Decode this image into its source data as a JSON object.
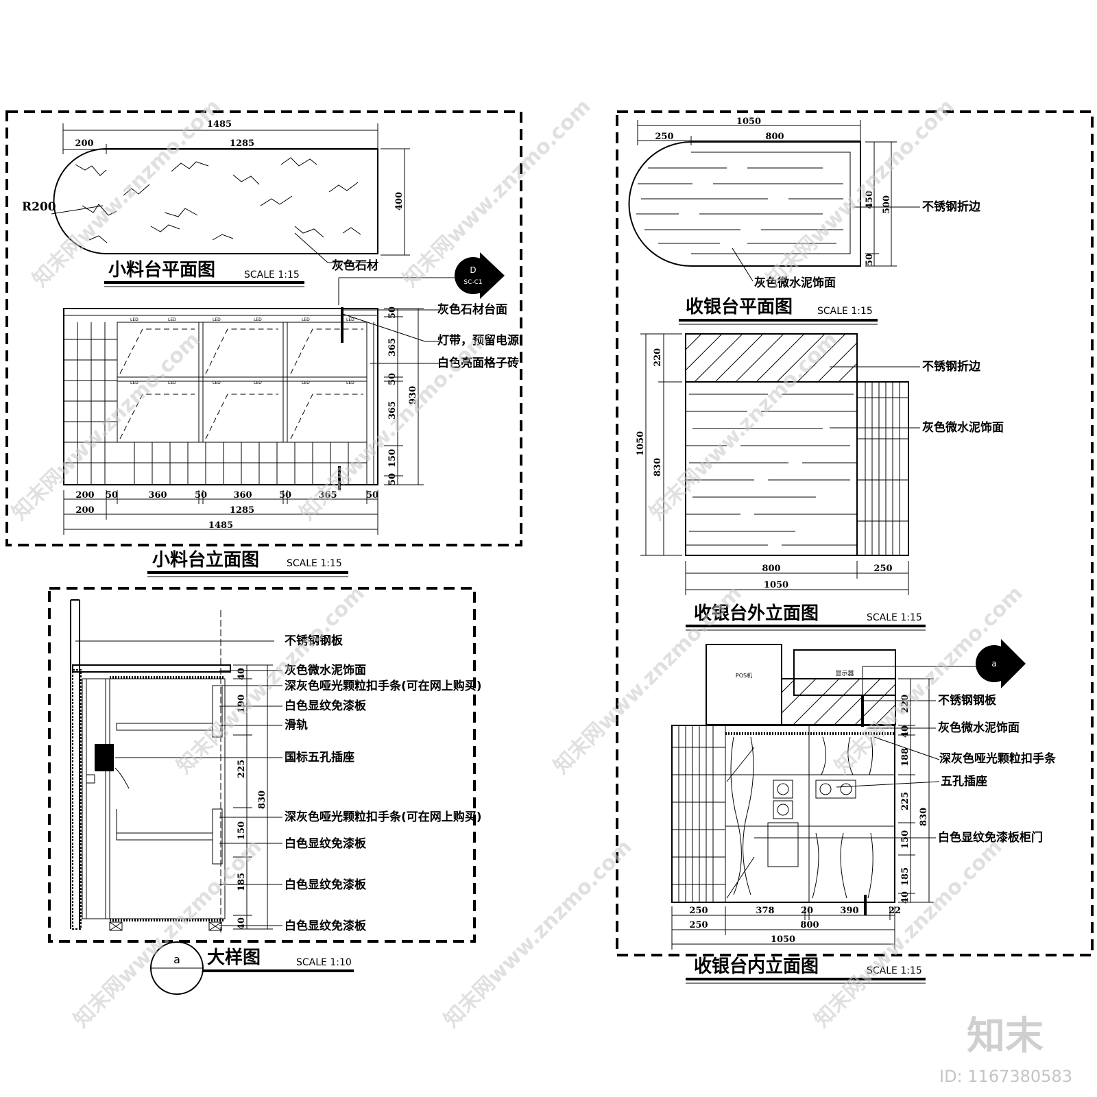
{
  "panels": {
    "small_plan": {
      "title": "小料台平面图",
      "scale": "SCALE 1:15",
      "dims_top": [
        "1485",
        "200",
        "1285"
      ],
      "dim_side": "400",
      "radius": "R200",
      "note_stone": "灰色石材"
    },
    "small_elev": {
      "title": "小料台立面图",
      "scale": "SCALE 1:15",
      "led": "LED",
      "callout": [
        "D",
        "SC-C1"
      ],
      "notes": [
        "灰色石材台面",
        "灯带，预留电源",
        "白色亮面格子砖"
      ],
      "dims_right": [
        "50",
        "365",
        "50",
        "365",
        "150",
        "50",
        "930"
      ],
      "dims_bottom_1": [
        "200",
        "50",
        "360",
        "50",
        "360",
        "50",
        "365",
        "50"
      ],
      "dims_bottom_2": [
        "200",
        "1285"
      ],
      "dims_bottom_3": [
        "1485"
      ]
    },
    "detail": {
      "title": "大样图",
      "scale": "SCALE 1:10",
      "bubble": "a",
      "notes": [
        "不锈钢钢板",
        "灰色微水泥饰面",
        "深灰色哑光颗粒扣手条(可在网上购买)",
        "白色显纹免漆板",
        "滑轨",
        "国标五孔插座",
        "深灰色哑光颗粒扣手条(可在网上购买)",
        "白色显纹免漆板",
        "白色显纹免漆板",
        "白色显纹免漆板"
      ],
      "dims_right": [
        "40",
        "190",
        "225",
        "150",
        "185",
        "40",
        "830"
      ]
    },
    "cash_plan": {
      "title": "收银台平面图",
      "scale": "SCALE 1:15",
      "dims_top": [
        "1050",
        "250",
        "800"
      ],
      "dims_right": [
        "450",
        "500",
        "50"
      ],
      "notes": [
        "不锈钢折边",
        "灰色微水泥饰面"
      ]
    },
    "cash_outer": {
      "title": "收银台外立面图",
      "scale": "SCALE 1:15",
      "dims_left": [
        "220",
        "1050",
        "830"
      ],
      "dims_bottom": [
        "800",
        "250",
        "1050"
      ],
      "notes": [
        "不锈钢折边",
        "灰色微水泥饰面"
      ]
    },
    "cash_inner": {
      "title": "收银台内立面图",
      "scale": "SCALE 1:15",
      "bubble": "a",
      "device_labels": [
        "POS机",
        "显示器"
      ],
      "notes": [
        "不锈钢钢板",
        "灰色微水泥饰面",
        "深灰色哑光颗粒扣手条",
        "五孔插座",
        "白色显纹免漆板柜门"
      ],
      "dims_right": [
        "220",
        "40",
        "188",
        "225",
        "150",
        "185",
        "40",
        "830"
      ],
      "dims_bottom_1": [
        "250",
        "378",
        "20",
        "390",
        "22"
      ],
      "dims_bottom_2": [
        "250",
        "800"
      ],
      "dims_bottom_3": [
        "1050"
      ]
    }
  },
  "watermark": {
    "site": "知末网www.znzmo.com",
    "brand": "知末",
    "id": "ID: 1167380583"
  }
}
